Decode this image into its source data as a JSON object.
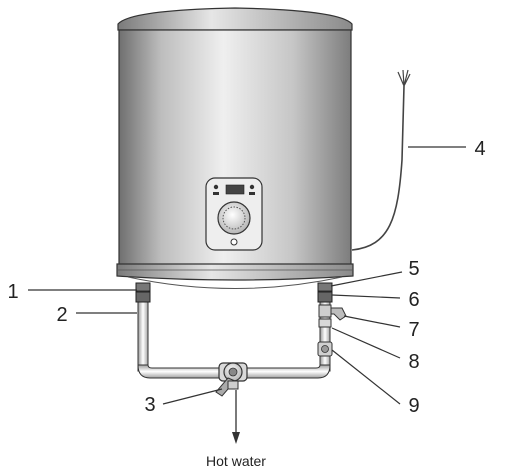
{
  "callouts": {
    "n1": "1",
    "n2": "2",
    "n3": "3",
    "n4": "4",
    "n5": "5",
    "n6": "6",
    "n7": "7",
    "n8": "8",
    "n9": "9"
  },
  "flow_label": "Hot water",
  "colors": {
    "tank_body": "#c9c9c9",
    "tank_highlight": "#f2f2f2",
    "tank_shadow": "#7a7a7a",
    "outline": "#333333"
  }
}
